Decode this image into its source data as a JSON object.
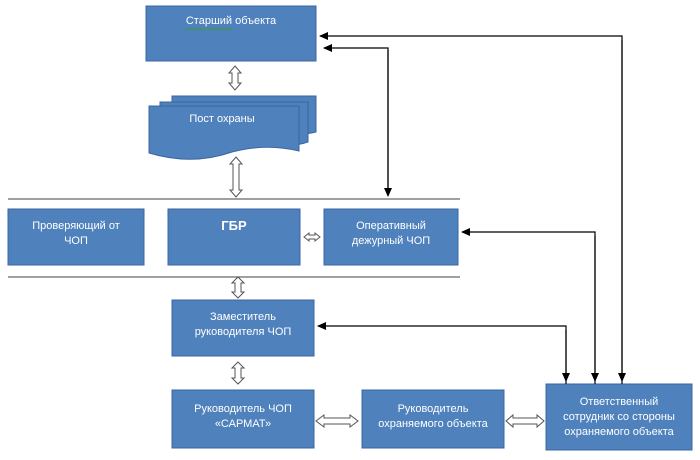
{
  "nodes": {
    "senior": "Старший объекта",
    "post": "Пост охраны",
    "inspector": {
      "line1": "Проверяющий от",
      "line2": "ЧОП"
    },
    "gbr": "ГБР",
    "duty": {
      "line1": "Оперативный",
      "line2": "дежурный ЧОП"
    },
    "deputy": {
      "line1": "Заместитель",
      "line2": "руководителя ЧОП"
    },
    "head_chop": {
      "line1": "Руководитель ЧОП",
      "line2": "«САРМАТ»"
    },
    "head_object": {
      "line1": "Руководитель",
      "line2": "охраняемого объекта"
    },
    "responsible": {
      "line1": "Ответственный",
      "line2": "сотрудник со стороны",
      "line3": "охраняемого объекта"
    }
  },
  "colors": {
    "box_fill": "#4f81bd",
    "box_text": "#ffffff",
    "connector": "#000000"
  }
}
